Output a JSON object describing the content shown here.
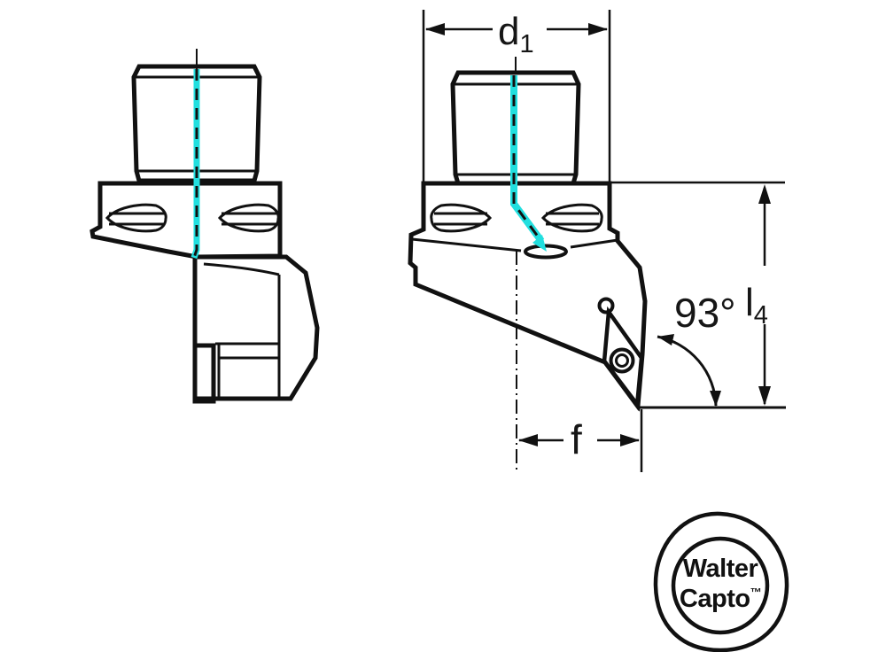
{
  "drawing": {
    "labels": {
      "d1": {
        "base": "d",
        "sub": "1"
      },
      "l4": {
        "base": "l",
        "sub": "4"
      },
      "approach_angle": "93°",
      "offset_f": "f"
    },
    "logo": {
      "line1": "Walter",
      "line2": "Capto",
      "tm": "™"
    },
    "colors": {
      "body": "#c9c9c9",
      "insert": "#f0cc74",
      "coolant": "#22dfdf",
      "logo_ring": "#f5a519",
      "outlet": "#8f8f8f",
      "ink": "#111111"
    }
  }
}
